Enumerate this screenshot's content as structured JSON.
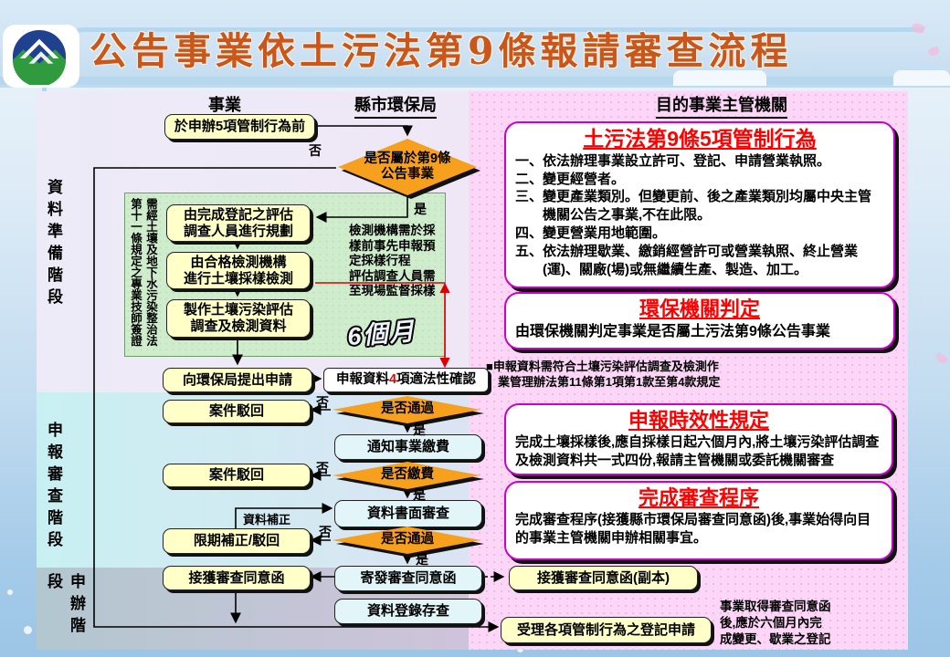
{
  "banner": {
    "title": "公告事業依土污法第9條報請審查流程",
    "logo": "epa-taiwan-logo"
  },
  "columns": {
    "business": "事業",
    "epa": "縣市環保局",
    "authority": "目的事業主管機關"
  },
  "stages": {
    "prep": "資料準備階段",
    "review": "申報審查階段",
    "apply": "申辦階段"
  },
  "labels": {
    "yes": "是",
    "no": "否",
    "data_correct": "資料補正"
  },
  "flow": {
    "before_control": "於申辦5項管制行為前",
    "d1": "是否屬於第9條\n公告事業",
    "green": {
      "cert_note": "需經土壤及地下水污染整治法\n第十一條規定之專業技師簽證",
      "step1": "由完成登記之評估\n調查人員進行規劃",
      "step2": "由合格檢測機構\n進行土壤採樣檢測",
      "step3": "製作土壤污染評估\n調查及檢測資料",
      "side_note": "檢測機構需於採\n樣前事先申報預\n定採樣行程\n評估調查人員需\n至現場監督採樣",
      "six_months": "6個月"
    },
    "apply_epb": "向環保局提出申請",
    "check4_pre": "申報資料",
    "check4_num": "4",
    "check4_post": "項適法性確認",
    "d2": "是否通過",
    "reject1": "案件駁回",
    "notify_fee": "通知事業繳費",
    "d3": "是否繳費",
    "reject2": "案件駁回",
    "doc_review": "資料書面審查",
    "d4": "是否通過",
    "correct_return": "限期補正/駁回",
    "send_consent": "寄發審查同意函",
    "recv_consent": "接獲審查同意函",
    "recv_copy": "接獲審查同意函(副本)",
    "record": "資料登錄存查",
    "accept_reg": "受理各項管制行為之登記申請"
  },
  "notes": {
    "law_note": "■申報資料需符合土壤污染評估調查及檢測作\n業管理辦法第11條第1項第1款至第4款規定",
    "deadline_note": "事業取得審查同意函\n後,應於六個月內完\n成變更、歇業之登記"
  },
  "info_boxes": {
    "a": {
      "title": "土污法第9條5項管制行為",
      "items": [
        "一、依法辦理事業設立許可、登記、申請營業執照。",
        "二、變更經營者。",
        "三、變更產業類別。但變更前、後之產業類別均屬中央主管機關公告之事業,不在此限。",
        "四、變更營業用地範圍。",
        "五、依法辦理歇業、繳銷經營許可或營業執照、終止營業(運)、關廠(場)或無繼續生產、製造、加工。"
      ]
    },
    "b": {
      "title": "環保機關判定",
      "body": "由環保機關判定事業是否屬土污法第9條公告事業"
    },
    "c": {
      "title": "申報時效性規定",
      "body": "完成土壤採樣後,應自採樣日起六個月內,將土壤污染評估調查及檢測資料共一式四份,報請主管機關或委託機關審查"
    },
    "d": {
      "title": "完成審查程序",
      "body": "完成審查程序(接獲縣市環保局審查同意函)後,事業始得向目的事業主管機關申辦相關事宜。"
    }
  },
  "colors": {
    "title_orange": "#c9571b",
    "accent_red": "#ff0000",
    "diamond_orange": "#f6a01e",
    "box_yellow": "#ffffc8",
    "box_cyan": "#e2f5f8",
    "green_panel": "#cfeccc",
    "pink_region": "#fcd6f6",
    "info_border": "#cc00cc",
    "six_month_arrow": "#dd0000"
  }
}
